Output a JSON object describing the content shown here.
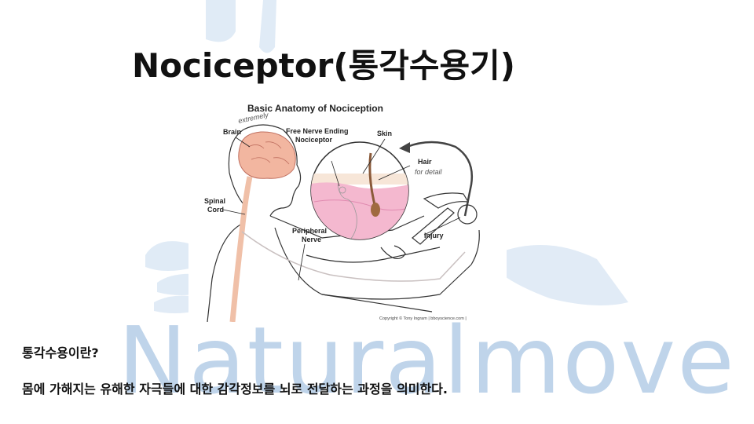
{
  "slide": {
    "title": "Nociceptor(통각수용기)",
    "watermark": "Naturalmove",
    "question": "통각수용이란?",
    "answer": "몸에 가해지는 유해한 자극들에 대한 감각정보를 뇌로 전달하는 과정을 의미한다."
  },
  "diagram": {
    "title": "Basic Anatomy of Nociception",
    "handwritten_top": "extremely",
    "handwritten_side": "for detail",
    "labels": {
      "brain": "Brain",
      "free_nerve_line1": "Free Nerve Ending",
      "free_nerve_line2": "Nociceptor",
      "skin": "Skin",
      "hair": "Hair",
      "spinal_line1": "Spinal",
      "spinal_line2": "Cord",
      "peripheral_line1": "Peripheral",
      "peripheral_line2": "Nerve",
      "injury": "Injury"
    },
    "copyright": "Copyright © Tony Ingram | bboyscience.com |"
  },
  "colors": {
    "watermark": "#bfd4ea",
    "brain": "#f2b6a0",
    "spinal": "#f0c0a8",
    "skin_pink": "#f4b8cf",
    "text": "#111111"
  }
}
